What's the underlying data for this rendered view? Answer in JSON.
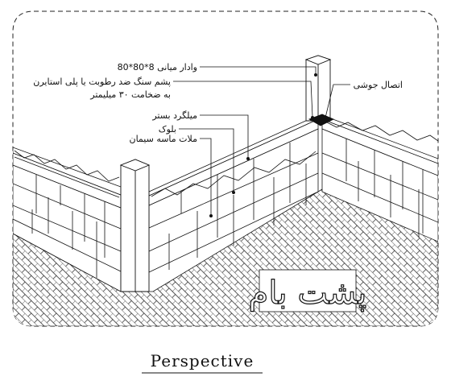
{
  "callouts": {
    "tie_column": "وادار میانی 8*80*80",
    "insulation_line1": "پشم سنگ ضد رطوبت یا پلی استایرن",
    "insulation_line2": "به ضخامت ۳۰ میلیمتر",
    "weld_joint": "اتصال جوشی",
    "mesh": "میلگرد بستر",
    "block": "بلوک",
    "mortar": "ملات ماسه سیمان"
  },
  "roof_label": "پشت بام",
  "caption": "Perspective",
  "colors": {
    "ink": "#111111",
    "paper": "#ffffff"
  }
}
